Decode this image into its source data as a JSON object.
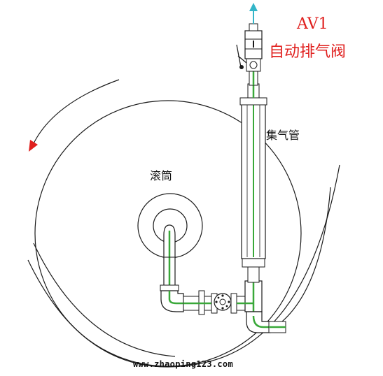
{
  "valve": {
    "tag": "AV1",
    "description": "自动排气阀"
  },
  "labels": {
    "gas_collector": "集气管",
    "drum": "滚筒"
  },
  "watermark": "www.zhaoping123.com",
  "colors": {
    "line": "#1a1a1a",
    "pipe_fill": "#39a839",
    "text_red": "#e0201e",
    "arrow_red": "#e0201e",
    "vent_arrow": "#33b5c8"
  }
}
